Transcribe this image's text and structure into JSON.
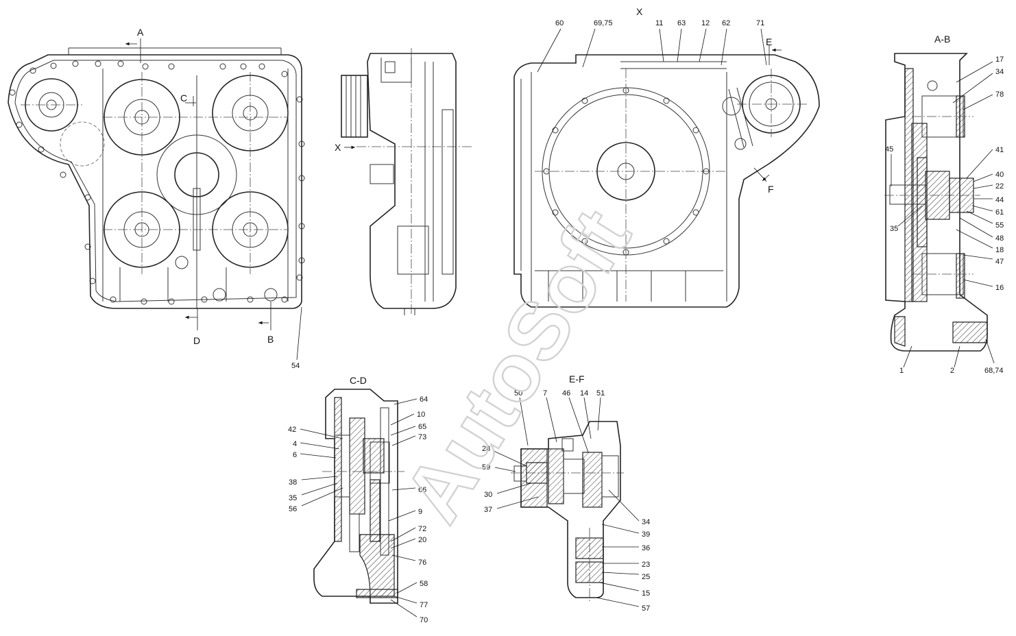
{
  "views": {
    "view_x": "X",
    "section_ab": "A-B",
    "section_cd": "C-D",
    "section_ef": "E-F"
  },
  "cut_letters": {
    "a": "A",
    "b": "B",
    "c": "C",
    "d": "D",
    "e": "E",
    "f": "F",
    "x": "X"
  },
  "watermark": "AutoSoft",
  "callouts": {
    "front": [
      "54"
    ],
    "view_x": [
      "60",
      "69,75",
      "11",
      "63",
      "12",
      "62",
      "71"
    ],
    "section_ab": [
      "17",
      "34",
      "78",
      "41",
      "40",
      "22",
      "44",
      "61",
      "55",
      "48",
      "18",
      "47",
      "16",
      "45",
      "35",
      "1",
      "2",
      "68,74"
    ],
    "section_cd": [
      "64",
      "10",
      "65",
      "73",
      "42",
      "4",
      "6",
      "38",
      "35",
      "56",
      "66",
      "9",
      "72",
      "20",
      "76",
      "58",
      "77",
      "70"
    ],
    "section_ef": [
      "50",
      "7",
      "46",
      "14",
      "51",
      "28",
      "59",
      "30",
      "37",
      "34",
      "39",
      "36",
      "23",
      "25",
      "15",
      "57"
    ]
  }
}
